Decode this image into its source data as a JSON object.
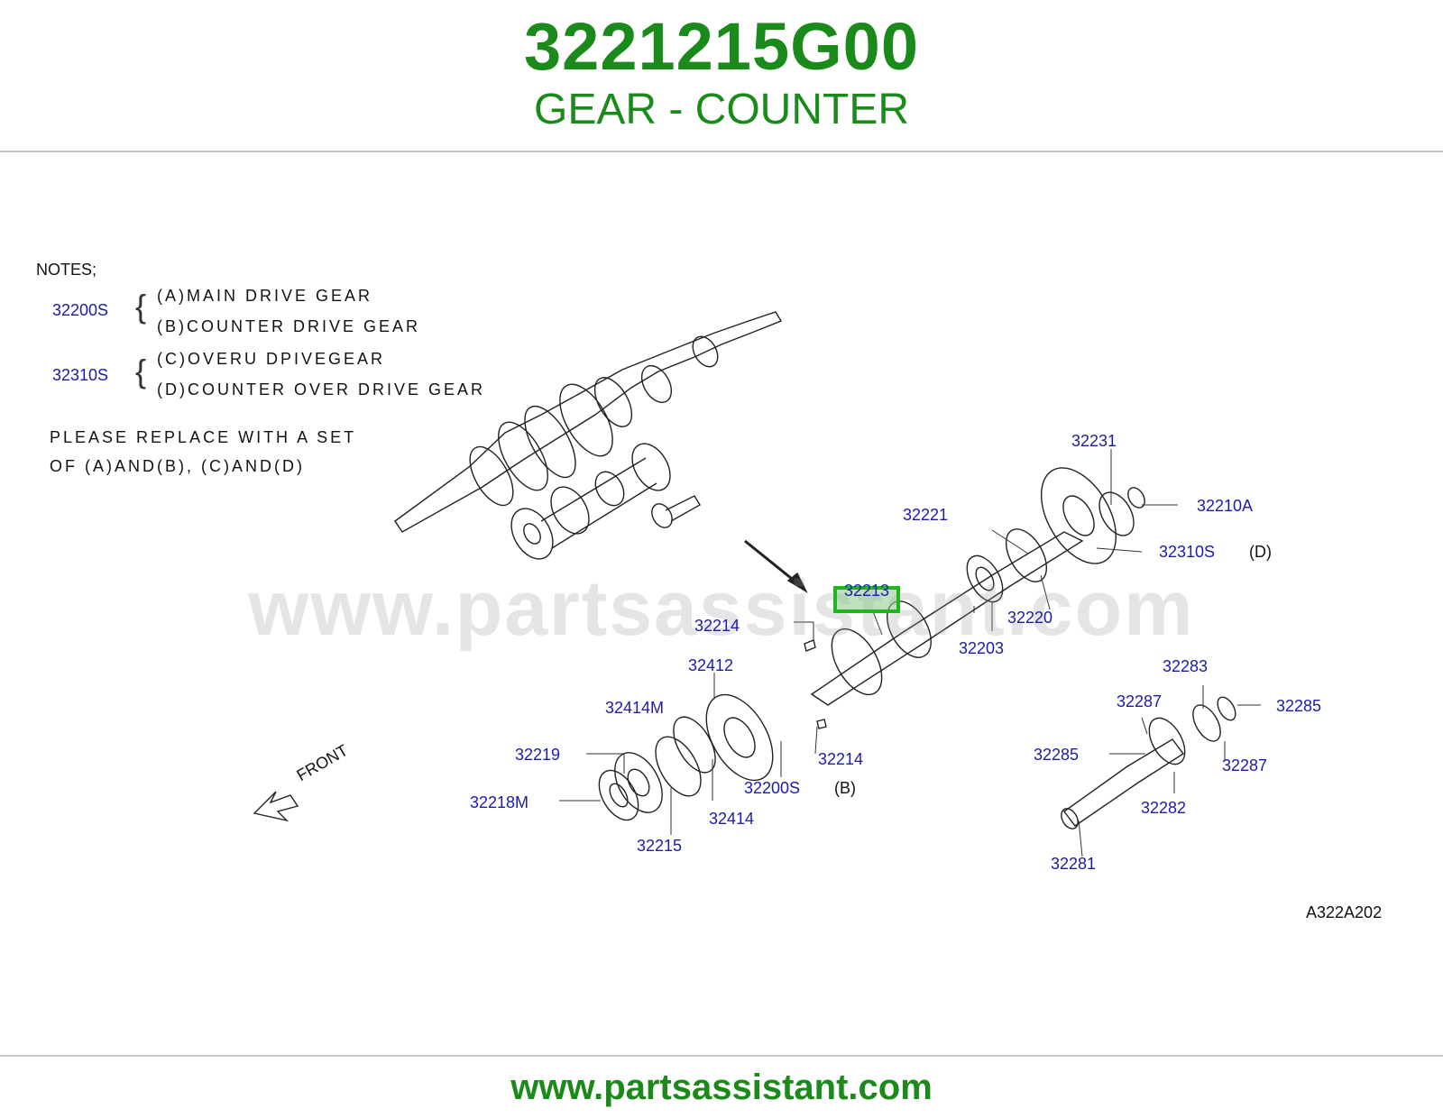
{
  "header": {
    "part_number": "3221215G00",
    "part_name": "GEAR - COUNTER"
  },
  "notes": {
    "title": "NOTES;",
    "groups": [
      {
        "code": "32200S",
        "items": [
          "(A)MAIN  DRIVE  GEAR",
          "(B)COUNTER  DRIVE  GEAR"
        ]
      },
      {
        "code": "32310S",
        "items": [
          "(C)OVERU  DPIVEGEAR",
          "(D)COUNTER  OVER  DRIVE  GEAR"
        ]
      }
    ],
    "replace_line1": "PLEASE  REPLACE  WITH  A  SET",
    "replace_line2": "OF  (A)AND(B),  (C)AND(D)"
  },
  "callouts": {
    "c32231": "32231",
    "c32210A": "32210A",
    "c32221": "32221",
    "c32310S": "32310S",
    "c32310S_tag": "(D)",
    "c32213": "32213",
    "c32220": "32220",
    "c32214_top": "32214",
    "c32203": "32203",
    "c32412": "32412",
    "c32283": "32283",
    "c32414M": "32414M",
    "c32287_left": "32287",
    "c32285_right": "32285",
    "c32219": "32219",
    "c32285_left": "32285",
    "c32287_right": "32287",
    "c32214_bottom": "32214",
    "c32200S": "32200S",
    "c32200S_tag": "(B)",
    "c32218M": "32218M",
    "c32414": "32414",
    "c32282": "32282",
    "c32215": "32215",
    "c32281": "32281"
  },
  "front_label": "FRONT",
  "diagram_code": "A322A202",
  "watermark": "www.partsassistant.com",
  "footer": {
    "url": "www.partsassistant.com"
  },
  "highlighted_part": "32213",
  "colors": {
    "brand": "#1a8a1a",
    "callout": "#1c1ca8",
    "highlight": "#1fb51f"
  }
}
